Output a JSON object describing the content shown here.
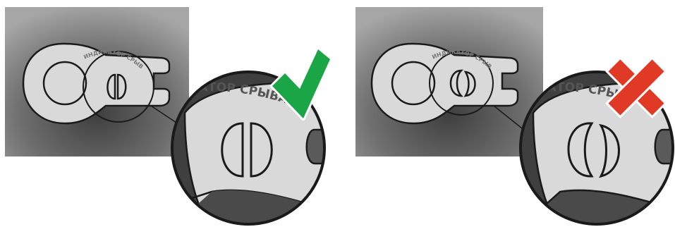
{
  "panels": [
    {
      "state": "correct",
      "tag_label": "ИНДИКАТОР СРЫВА",
      "zoom_label": "КАТОР СРЫВА",
      "mark_icon": "checkmark-icon",
      "mark_color": "#1aa547"
    },
    {
      "state": "incorrect",
      "tag_label": "ИНДИКАТОР СРЫВА",
      "zoom_label": "КАТОР СРЫВА",
      "mark_icon": "cross-icon",
      "mark_color": "#e03a26"
    }
  ],
  "colors": {
    "background_dark": "#3f3f3f",
    "background_light": "#a6a6a6",
    "tag_fill": "#d9d9d9",
    "outline": "#1a1a1a",
    "label_text": "#777777"
  }
}
